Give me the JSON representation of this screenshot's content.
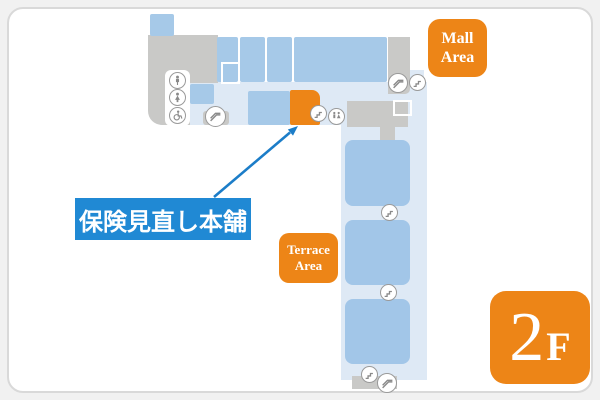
{
  "map": {
    "title": "mall-floor-guide",
    "floor_badge": {
      "number": "2",
      "suffix": "F"
    },
    "area_badges": {
      "mall": {
        "line1": "Mall",
        "line2": "Area"
      },
      "terrace": {
        "line1": "Terrace",
        "line2": "Area"
      }
    },
    "highlighted_shop": {
      "label": "保険見直し本舗",
      "unit_color": "#ed8517"
    },
    "icons": {
      "restroom_male": "male-figure",
      "restroom_female": "female-figure",
      "accessible_restroom": "wheelchair-figure",
      "restroom": "restroom-pair-figures",
      "escalator": "escalator-steps",
      "stairs": "stairs-zigzag"
    },
    "colors": {
      "accent_orange": "#ed8517",
      "store_blue": "#a6c9e8",
      "corridor_blue": "#dee9f5",
      "service_gray": "#c9c9c7",
      "label_blue": "#2089d4",
      "arrow_blue": "#1c7dc8",
      "card_border": "#d9d9d9"
    }
  }
}
